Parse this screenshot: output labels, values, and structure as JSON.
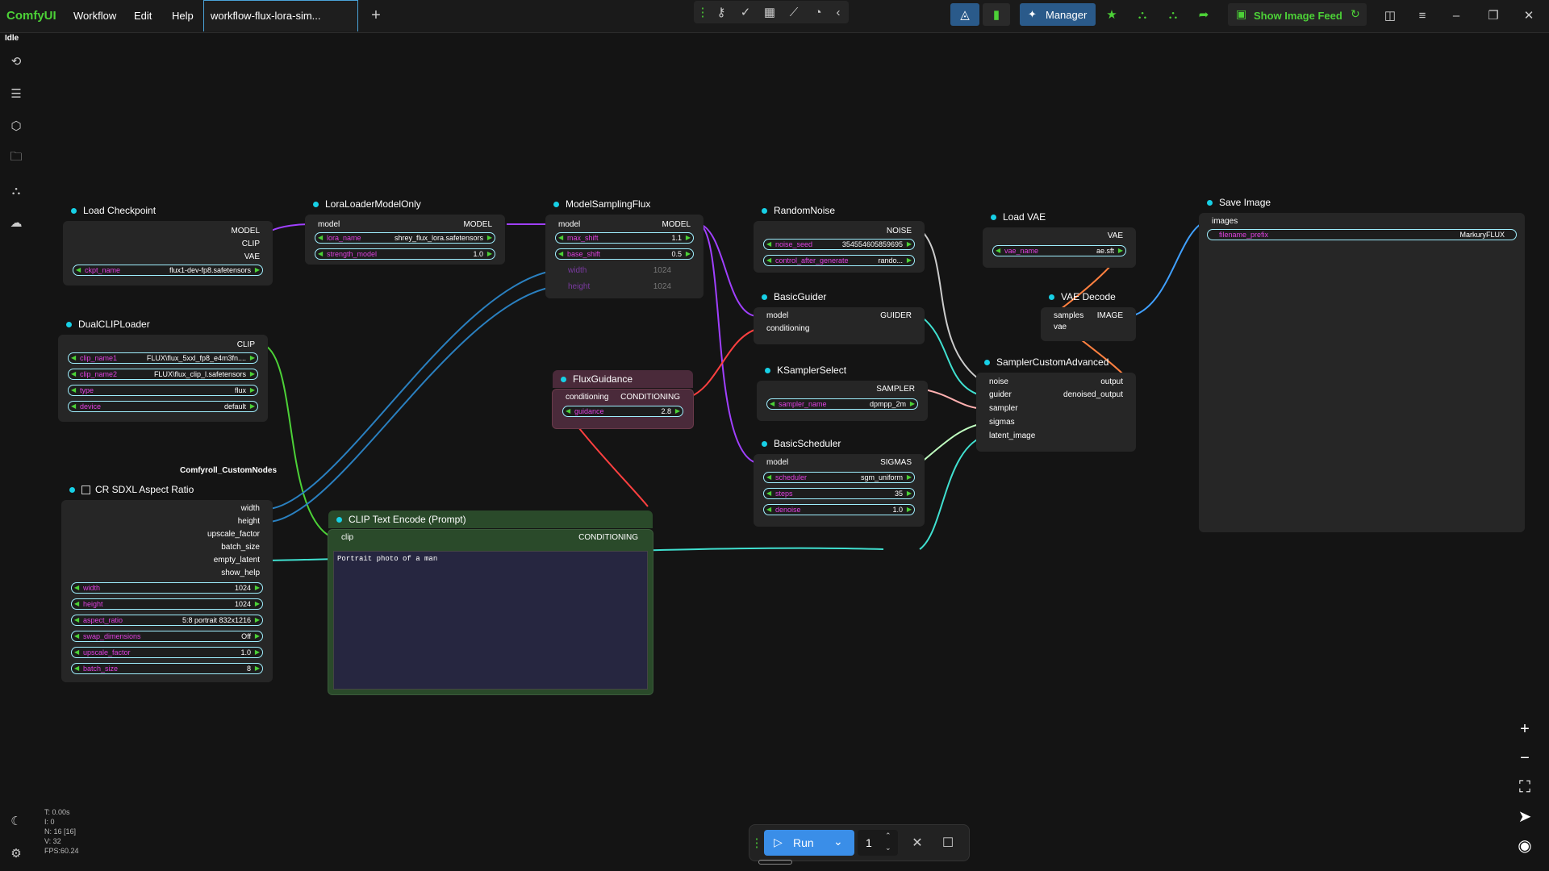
{
  "app": {
    "logo": "ComfyUI",
    "status": "Idle"
  },
  "menu": [
    "Workflow",
    "Edit",
    "Help"
  ],
  "tab": {
    "title": "workflow-flux-lora-sim..."
  },
  "toolbar": {
    "manager_label": "Manager",
    "image_feed_label": "Show Image Feed"
  },
  "nodes": {
    "load_checkpoint": {
      "title": "Load Checkpoint",
      "outputs": [
        "MODEL",
        "CLIP",
        "VAE"
      ],
      "widgets": [
        {
          "label": "ckpt_name",
          "value": "flux1-dev-fp8.safetensors"
        }
      ]
    },
    "lora_loader": {
      "title": "LoraLoaderModelOnly",
      "input": "model",
      "output": "MODEL",
      "widgets": [
        {
          "label": "lora_name",
          "value": "shrey_flux_lora.safetensors"
        },
        {
          "label": "strength_model",
          "value": "1.0"
        }
      ]
    },
    "model_sampling": {
      "title": "ModelSamplingFlux",
      "input": "model",
      "output": "MODEL",
      "widgets": [
        {
          "label": "max_shift",
          "value": "1.1"
        },
        {
          "label": "base_shift",
          "value": "0.5"
        }
      ],
      "extra": [
        {
          "label": "width",
          "value": "1024"
        },
        {
          "label": "height",
          "value": "1024"
        }
      ]
    },
    "random_noise": {
      "title": "RandomNoise",
      "output": "NOISE",
      "widgets": [
        {
          "label": "noise_seed",
          "value": "354554605859695"
        },
        {
          "label": "control_after_generate",
          "value": "rando..."
        }
      ]
    },
    "basic_guider": {
      "title": "BasicGuider",
      "inputs": [
        "model",
        "conditioning"
      ],
      "output": "GUIDER"
    },
    "ksampler_select": {
      "title": "KSamplerSelect",
      "output": "SAMPLER",
      "widgets": [
        {
          "label": "sampler_name",
          "value": "dpmpp_2m"
        }
      ]
    },
    "basic_scheduler": {
      "title": "BasicScheduler",
      "input": "model",
      "output": "SIGMAS",
      "widgets": [
        {
          "label": "scheduler",
          "value": "sgm_uniform"
        },
        {
          "label": "steps",
          "value": "35"
        },
        {
          "label": "denoise",
          "value": "1.0"
        }
      ]
    },
    "load_vae": {
      "title": "Load VAE",
      "output": "VAE",
      "widgets": [
        {
          "label": "vae_name",
          "value": "ae.sft"
        }
      ]
    },
    "vae_decode": {
      "title": "VAE Decode",
      "inputs": [
        "samples",
        "vae"
      ],
      "output": "IMAGE"
    },
    "sampler_custom": {
      "title": "SamplerCustomAdvanced",
      "inputs": [
        "noise",
        "guider",
        "sampler",
        "sigmas",
        "latent_image"
      ],
      "outputs": [
        "output",
        "denoised_output"
      ]
    },
    "save_image": {
      "title": "Save Image",
      "input": "images",
      "widgets": [
        {
          "label": "filename_prefix",
          "value": "MarkuryFLUX"
        }
      ]
    },
    "dual_clip": {
      "title": "DualCLIPLoader",
      "output": "CLIP",
      "widgets": [
        {
          "label": "clip_name1",
          "value": "FLUX\\flux_5xxl_fp8_e4m3fn...."
        },
        {
          "label": "clip_name2",
          "value": "FLUX\\flux_clip_l.safetensors"
        },
        {
          "label": "type",
          "value": "flux"
        },
        {
          "label": "device",
          "value": "default"
        }
      ]
    },
    "flux_guidance": {
      "title": "FluxGuidance",
      "input": "conditioning",
      "output": "CONDITIONING",
      "widgets": [
        {
          "label": "guidance",
          "value": "2.8"
        }
      ]
    },
    "cr_sdxl": {
      "group_label": "Comfyroll_CustomNodes",
      "title": "CR SDXL Aspect Ratio",
      "outputs": [
        "width",
        "height",
        "upscale_factor",
        "batch_size",
        "empty_latent",
        "show_help"
      ],
      "widgets": [
        {
          "label": "width",
          "value": "1024"
        },
        {
          "label": "height",
          "value": "1024"
        },
        {
          "label": "aspect_ratio",
          "value": "5:8 portrait 832x1216"
        },
        {
          "label": "swap_dimensions",
          "value": "Off"
        },
        {
          "label": "upscale_factor",
          "value": "1.0"
        },
        {
          "label": "batch_size",
          "value": "8"
        }
      ]
    },
    "clip_text": {
      "title": "CLIP Text Encode (Prompt)",
      "input": "clip",
      "output": "CONDITIONING",
      "prompt": "Portrait photo of a man"
    }
  },
  "runbar": {
    "run_label": "Run",
    "queue_count": "1"
  },
  "stats": [
    "T: 0.00s",
    "I: 0",
    "N: 16 [16]",
    "V: 32",
    "FPS:60.24"
  ],
  "colors": {
    "accent": "#4cd137",
    "link_model": "#a040ff",
    "link_clip": "#4cd137",
    "link_cond": "#ff4040",
    "link_vae": "#ff8040",
    "link_latent": "#40e0d0",
    "link_image": "#40a0ff"
  }
}
